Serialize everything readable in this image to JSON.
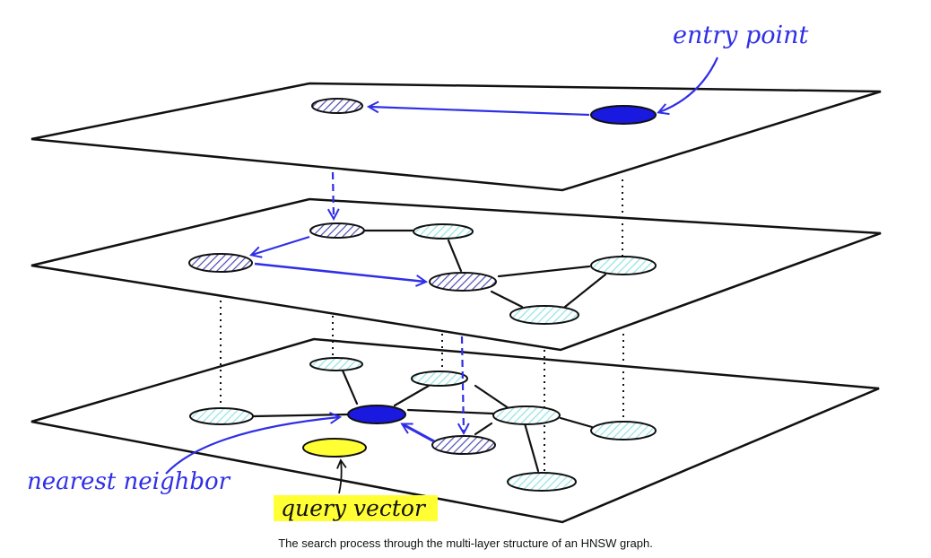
{
  "labels": {
    "entry_point": "entry point",
    "nearest_neighbor": "nearest neighbor",
    "query_vector": "query vector"
  },
  "caption": "The search process through the multi-layer structure of an HNSW graph.",
  "colors": {
    "ink": "#111111",
    "annotation_blue": "#2f2fe6",
    "node_solid_blue": "#1919e0",
    "hatch_cyan": "#8fe3e3",
    "hatch_purple": "#4d4db0",
    "highlight_yellow": "#ffff33"
  }
}
